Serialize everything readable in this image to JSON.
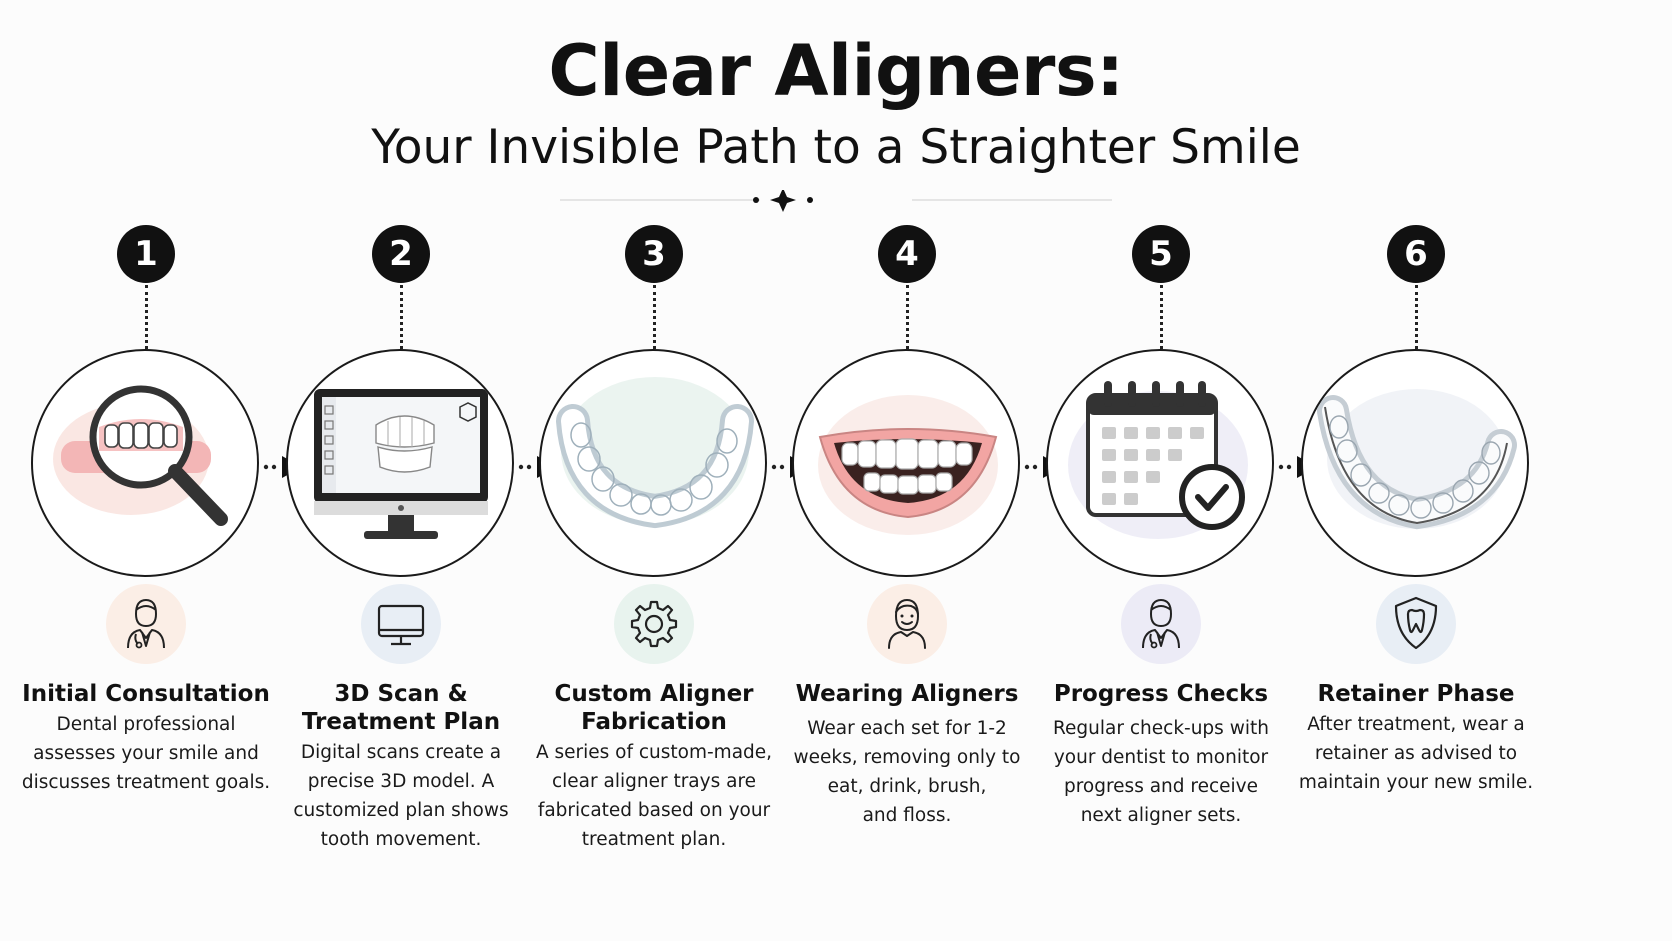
{
  "header": {
    "title": "Clear Aligners:",
    "subtitle": "Your Invisible Path to a Straighter Smile"
  },
  "steps": [
    {
      "number": "1",
      "title": "Initial Consultation",
      "description": [
        "Dental professional",
        "assesses your smile and",
        "discusses treatment goals."
      ],
      "main_icon": "magnifier-over-teeth-icon",
      "small_icon": "dentist-icon",
      "small_icon_bg": "#fbeee6"
    },
    {
      "number": "2",
      "title": "3D Scan & Treatment Plan",
      "title_lines": [
        "3D Scan &",
        "Treatment Plan"
      ],
      "description": [
        "Digital scans create a",
        "precise 3D model. A",
        "customized plan shows",
        "tooth movement."
      ],
      "main_icon": "monitor-3d-scan-icon",
      "small_icon": "monitor-icon",
      "small_icon_bg": "#e8eef5"
    },
    {
      "number": "3",
      "title": "Custom Aligner Fabrication",
      "title_lines": [
        "Custom Aligner",
        "Fabrication"
      ],
      "description": [
        "A series of custom-made,",
        "clear aligner trays are",
        "fabricated based on your",
        "treatment plan."
      ],
      "main_icon": "clear-aligner-tray-icon",
      "small_icon": "gear-icon",
      "small_icon_bg": "#e8f3ee"
    },
    {
      "number": "4",
      "title": "Wearing Aligners",
      "description": [
        "Wear each set for 1-2",
        "weeks, removing only to",
        "eat, drink, brush,",
        "and floss."
      ],
      "main_icon": "smile-with-aligners-icon",
      "small_icon": "person-icon",
      "small_icon_bg": "#fbeee6"
    },
    {
      "number": "5",
      "title": "Progress Checks",
      "description": [
        "Regular check-ups with",
        "your dentist to monitor",
        "progress and receive",
        "next aligner sets."
      ],
      "main_icon": "calendar-check-icon",
      "small_icon": "dentist-icon",
      "small_icon_bg": "#ecebf6"
    },
    {
      "number": "6",
      "title": "Retainer Phase",
      "description": [
        "After treatment, wear a",
        "retainer as advised to",
        "maintain your new smile."
      ],
      "main_icon": "retainer-icon",
      "small_icon": "tooth-shield-icon",
      "small_icon_bg": "#e8eef5"
    }
  ],
  "colors": {
    "badge": "#111111",
    "gum_pink": "#f3b6b6",
    "accent_soft_green": "#e6f1ec"
  }
}
